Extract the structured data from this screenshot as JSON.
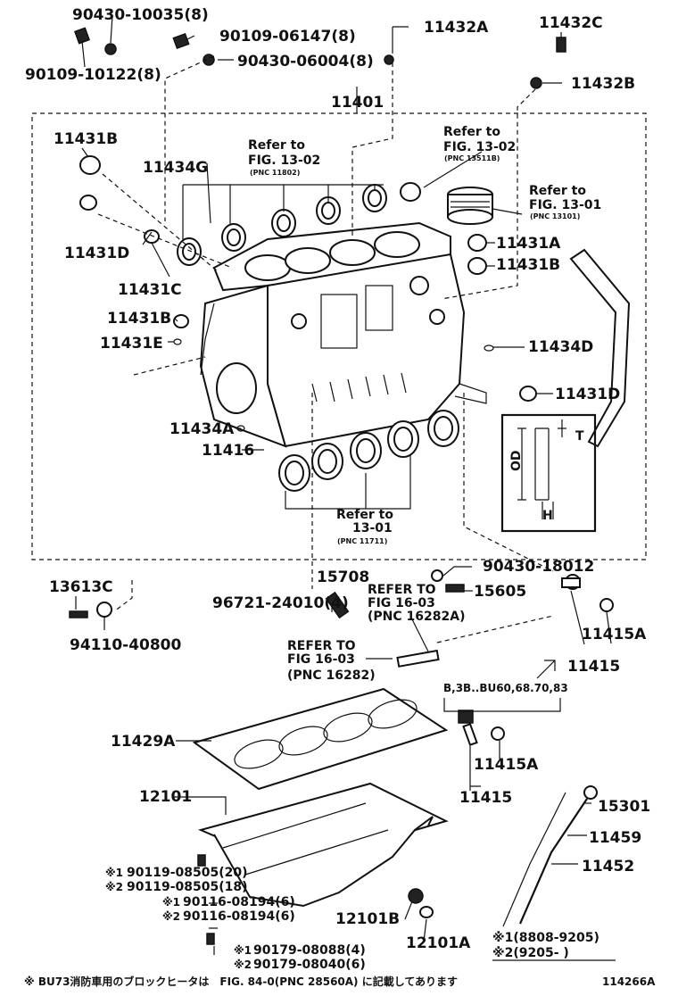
{
  "diagram": {
    "block_label": "11401",
    "labels": {
      "p1": "90430-10035(8)",
      "p2": "90109-06147(8)",
      "p3": "90109-10122(8)",
      "p4": "90430-06004(8)",
      "p5": "11432A",
      "p6": "11432C",
      "p7": "11432B",
      "p8": "11431B",
      "p9": "11434G",
      "p10": "11431D",
      "p11": "11431C",
      "p12": "11431A",
      "p13": "11431B",
      "p14": "11431B",
      "p15": "11431E",
      "p16": "11434D",
      "p17": "11431D",
      "p18": "11434A",
      "p19": "11416",
      "p20": "13613C",
      "p21": "94110-40800",
      "p22": "15708",
      "p23": "96721-24010(4)",
      "p24": "90430-18012",
      "p25": "15605",
      "p26": "11415A",
      "p27": "11415",
      "p28": "11429A",
      "p29": "12101",
      "p30": "11415A",
      "p31": "11415",
      "p32": "15301",
      "p33": "11459",
      "p34": "11452",
      "p35": "12101B",
      "p36": "12101A"
    },
    "refs": {
      "r1a": "Refer to",
      "r1b": "FIG. 13-02",
      "r1c": "(PNC 11802)",
      "r2a": "Refer to",
      "r2b": "FIG. 13-02",
      "r2c": "(PNC 13511B)",
      "r3a": "Refer to",
      "r3b": "FIG. 13-01",
      "r3c": "(PNC 13101)",
      "r4a": "Refer to",
      "r4b": "13-01",
      "r4c": "(PNC 11711)",
      "r5a": "REFER TO",
      "r5b": "FIG 16-03",
      "r5c": "(PNC 16282A)",
      "r6a": "REFER TO",
      "r6b": "FIG 16-03",
      "r6c": "(PNC 16282)"
    },
    "inset": {
      "od": "OD",
      "t": "T",
      "h": "H"
    },
    "model_note": "B,3B..BU60,68.70,83",
    "bolts": {
      "b1": "90119-08505(20)",
      "b2": "90119-08505(18)",
      "b3": "90116-08194(6)",
      "b4": "90116-08194(6)",
      "b5": "90179-08088(4)",
      "b6": "90179-08040(6)"
    },
    "marks": {
      "m1": "※1",
      "m2": "※2"
    },
    "legend": {
      "l1": "※1(8808-9205)",
      "l2": "※2(9205-      )"
    },
    "footer": "※ BU73消防車用のブロックヒータは　FIG. 84-0(PNC 28560A) に記載してあります",
    "figure_id": "114266A"
  }
}
